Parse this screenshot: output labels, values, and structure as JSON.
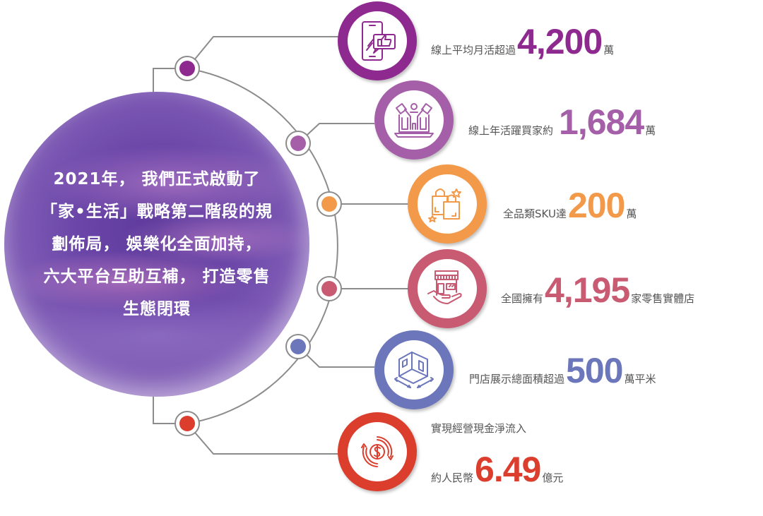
{
  "intro": {
    "lines": [
      "2021年， 我們正式啟動了",
      "「家•生活」戰略第二階段的規",
      "劃佈局， 娛樂化全面加持，",
      "六大平台互助互補， 打造零售",
      "生態閉環"
    ]
  },
  "colors": {
    "stat1": "#8e2a8f",
    "stat2": "#a55fa8",
    "stat3": "#f39a4a",
    "stat4": "#c85a72",
    "stat5": "#6b76bb",
    "stat6": "#dc3e2e",
    "connector": "#8c8c8c"
  },
  "stats": [
    {
      "icon": "smartphone-thumbs-up-icon",
      "label": "線上平均月活超過",
      "value": "4,200",
      "unit": "萬"
    },
    {
      "icon": "laptop-shopper-icon",
      "label": "線上年活躍買家約",
      "value": "1,684",
      "unit": "萬"
    },
    {
      "icon": "shopping-bags-icon",
      "label": "全品類SKU達",
      "value": "200",
      "unit": "萬"
    },
    {
      "icon": "storefront-hand-icon",
      "label": "全國擁有",
      "value": "4,195",
      "unit": "家零售實體店"
    },
    {
      "icon": "floor-area-cube-icon",
      "label": "門店展示總面積超過",
      "value": "500",
      "unit": "萬平米"
    },
    {
      "icon": "cash-flow-dollar-icon",
      "label_top": "實現經營現金淨流入",
      "label": "約人民幣",
      "value": "6.49",
      "unit": "億元"
    }
  ]
}
